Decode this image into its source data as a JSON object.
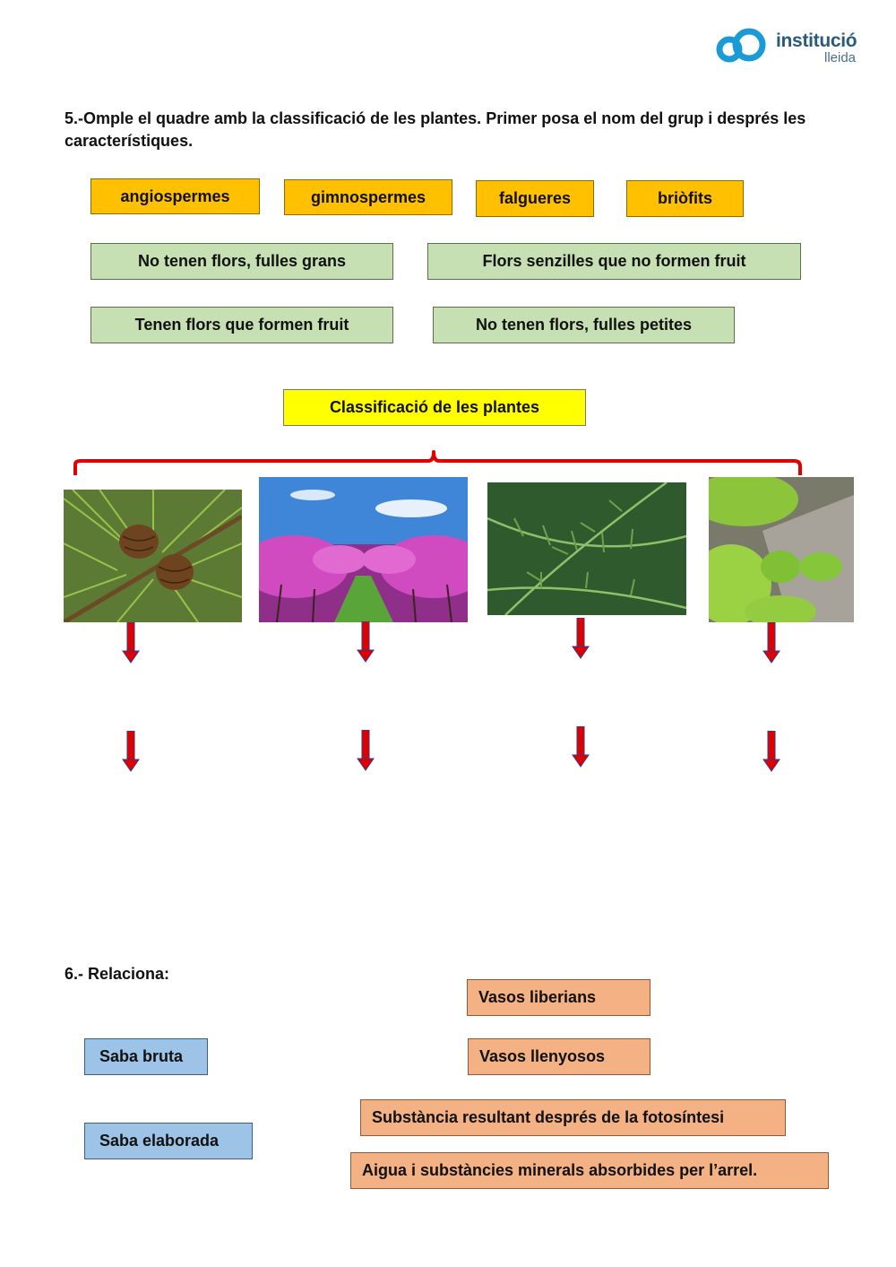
{
  "logo": {
    "line1": "institució",
    "line2": "lleida",
    "color": "#1a9ad6"
  },
  "exercise5": {
    "heading": "5.-Omple el quadre amb la classificació de les plantes. Primer posa el nom del grup i després les característiques.",
    "groups": [
      "angiospermes",
      "gimnospermes",
      "falgueres",
      "briòfits"
    ],
    "characteristics": [
      "No tenen flors, fulles grans",
      "Flors senzilles que no formen fruit",
      "Tenen flors que formen fruit",
      "No tenen flors, fulles petites"
    ],
    "diagram_title": "Classificació de les plantes",
    "photos": [
      "pine-cones-photo",
      "blossoming-orchard-photo",
      "fern-photo",
      "moss-photo"
    ]
  },
  "exercise6": {
    "heading": "6.- Relaciona:",
    "left": [
      "Saba bruta",
      "Saba elaborada"
    ],
    "right": [
      "Vasos liberians",
      "Vasos llenyosos",
      "Substància resultant després de la fotosíntesi",
      "Aigua i substàncies minerals absorbides per l’arrel."
    ]
  },
  "colors": {
    "group_box": "#ffc000",
    "trait_box": "#c6e0b4",
    "title_box": "#ffff00",
    "arrow": "#e00000",
    "bracket": "#e00000"
  }
}
